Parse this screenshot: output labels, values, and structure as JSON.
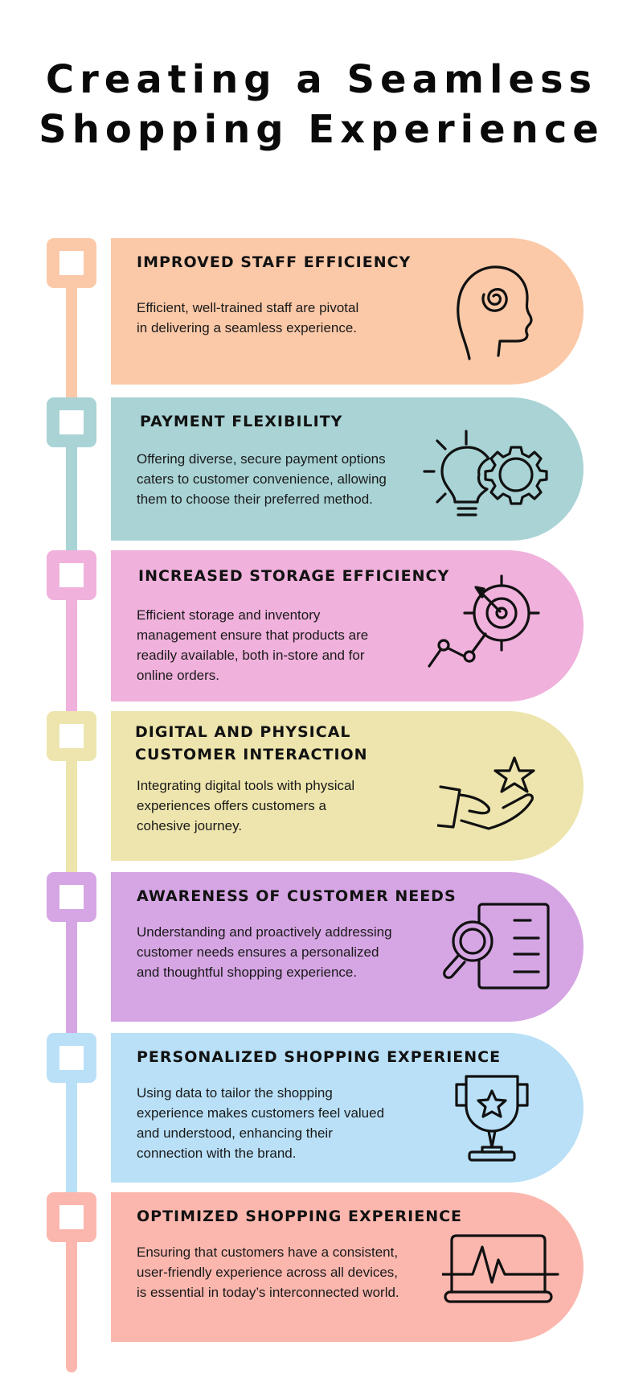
{
  "title": {
    "line1": "Creating a Seamless",
    "line2": "Shopping Experience"
  },
  "colors": {
    "peach": "#FBC9A8",
    "teal": "#A9D3D5",
    "pink": "#F0B1DC",
    "yellow": "#EDE5AD",
    "lavender": "#D6A6E4",
    "sky": "#B9E0F7",
    "salmon": "#FBB7AE"
  },
  "steps": [
    {
      "title": "IMPROVED STAFF EFFICIENCY",
      "text": "Efficient, well-trained staff are pivotal in delivering a seamless experience.",
      "icon": "head-spiral-icon",
      "color": "#FBC9A8"
    },
    {
      "title": "PAYMENT FLEXIBILITY",
      "text": "Offering diverse, secure payment options caters to customer convenience, allowing them to choose their preferred method.",
      "icon": "lightbulb-gear-icon",
      "color": "#A9D3D5"
    },
    {
      "title": "INCREASED STORAGE EFFICIENCY",
      "text": "Efficient storage and inventory management ensure that products are readily available, both in-store and for online orders.",
      "icon": "target-growth-icon",
      "color": "#F0B1DC"
    },
    {
      "title": "DIGITAL AND PHYSICAL\nCUSTOMER INTERACTION",
      "text": "Integrating digital tools with physical experiences offers customers a cohesive journey.",
      "icon": "hand-star-icon",
      "color": "#EDE5AD"
    },
    {
      "title": "AWARENESS OF CUSTOMER NEEDS",
      "text": "Understanding and proactively addressing customer needs ensures a personalized and thoughtful shopping experience.",
      "icon": "document-search-icon",
      "color": "#D6A6E4"
    },
    {
      "title": "PERSONALIZED SHOPPING EXPERIENCE",
      "text": "Using data to tailor the shopping experience makes customers feel valued and understood, enhancing their connection with the brand.",
      "icon": "trophy-star-icon",
      "color": "#B9E0F7"
    },
    {
      "title": "OPTIMIZED SHOPPING EXPERIENCE",
      "text": "Ensuring that customers have a consistent, user-friendly experience across all devices, is essential in today’s interconnected world.",
      "icon": "laptop-pulse-icon",
      "color": "#FBB7AE"
    }
  ]
}
